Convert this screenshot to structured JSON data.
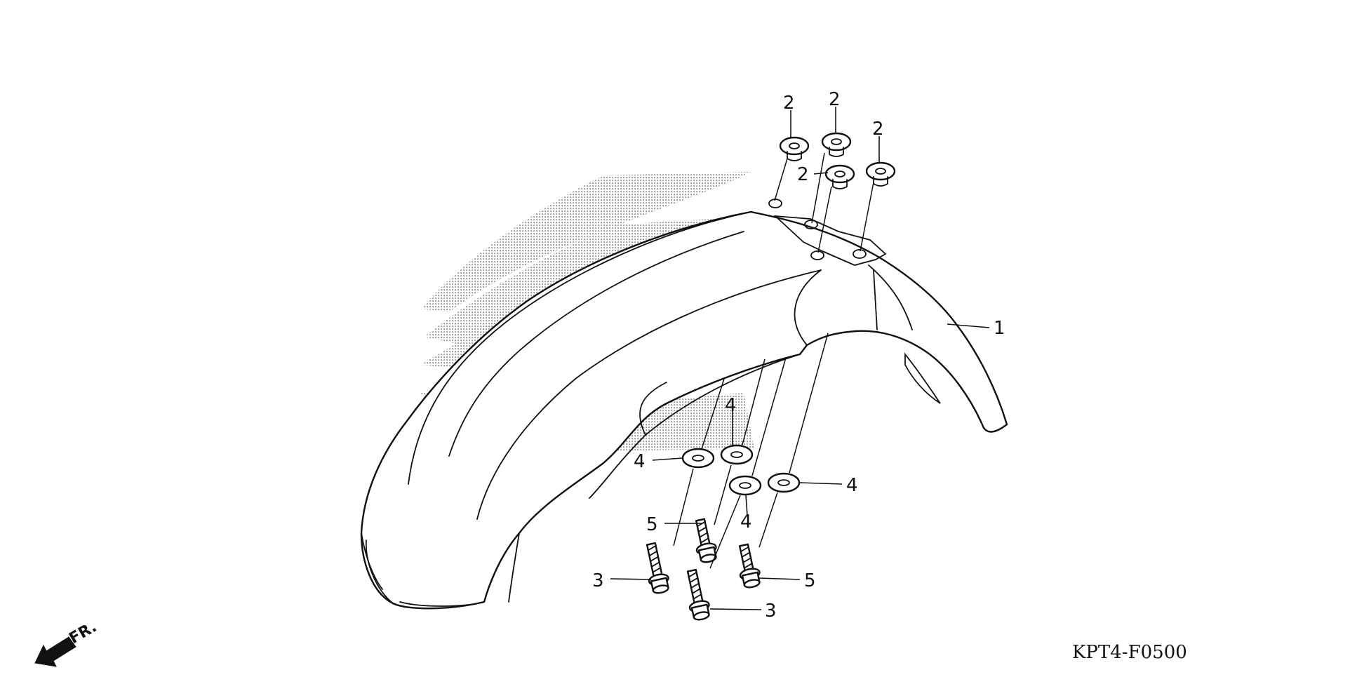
{
  "diagram": {
    "code": "KPT4-F0500",
    "direction": "FR.",
    "callouts": [
      {
        "id": "c1",
        "label": "1"
      },
      {
        "id": "c2a",
        "label": "2"
      },
      {
        "id": "c2b",
        "label": "2"
      },
      {
        "id": "c2c",
        "label": "2"
      },
      {
        "id": "c2d",
        "label": "2"
      },
      {
        "id": "c3a",
        "label": "3"
      },
      {
        "id": "c3b",
        "label": "3"
      },
      {
        "id": "c4a",
        "label": "4"
      },
      {
        "id": "c4b",
        "label": "4"
      },
      {
        "id": "c4c",
        "label": "4"
      },
      {
        "id": "c4d",
        "label": "4"
      },
      {
        "id": "c5a",
        "label": "5"
      },
      {
        "id": "c5b",
        "label": "5"
      }
    ],
    "colors": {
      "line": "#111111",
      "stipple": "#8a8a8a",
      "background": "#ffffff"
    }
  }
}
